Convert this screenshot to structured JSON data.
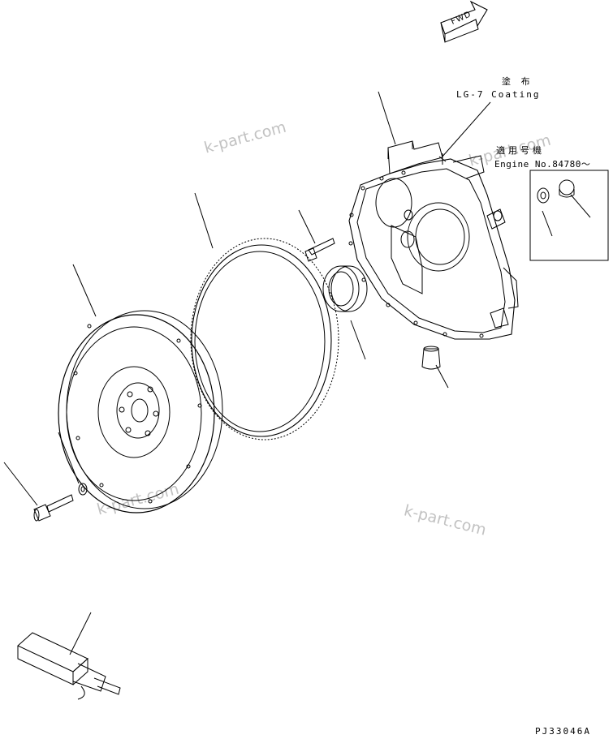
{
  "direction_marker": "FWD",
  "coating": {
    "jp": "塗 布",
    "en": "LG-7 Coating"
  },
  "applicability": {
    "jp": "適用号機",
    "en": "Engine No.84780～"
  },
  "watermark": "k-part.com",
  "figure_code": "PJ33046A",
  "colors": {
    "line": "#000000",
    "watermark": "#c2c2c2",
    "background": "#ffffff"
  }
}
